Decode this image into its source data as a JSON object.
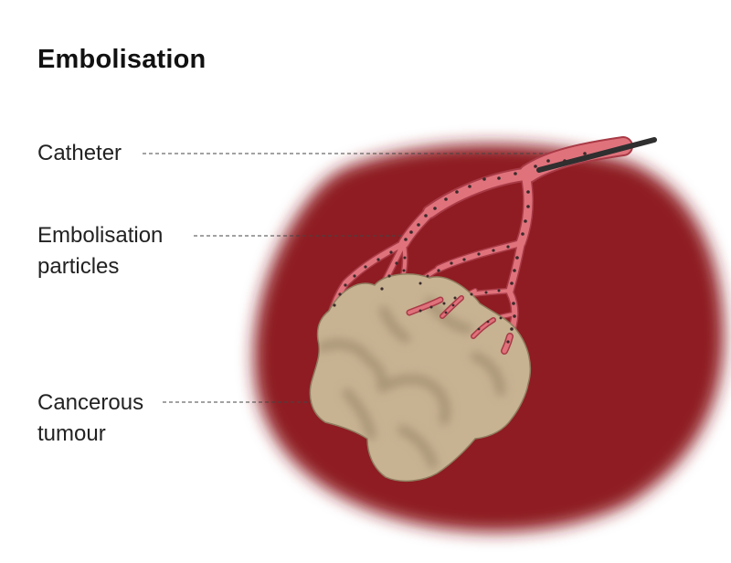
{
  "title": "Embolisation",
  "labels": {
    "catheter": "Catheter",
    "particles": "Embolisation\nparticles",
    "tumour": "Cancerous\ntumour"
  },
  "colors": {
    "tissue": "#8e1b21",
    "vessel": "#e0727c",
    "vessel_outline": "#a83a46",
    "tumour": "#c7b292",
    "tumour_shadow": "#a79474",
    "catheter": "#3b3b3b",
    "particles": "#3a2a2a"
  }
}
